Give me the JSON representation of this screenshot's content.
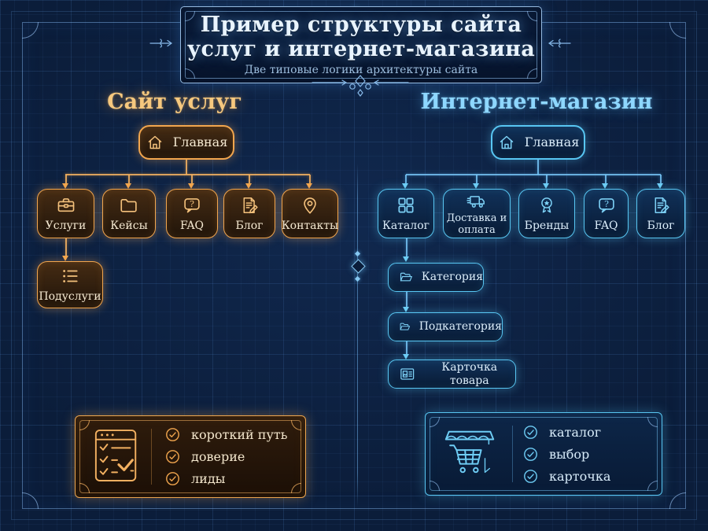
{
  "page": {
    "title_line1": "Пример структуры сайта",
    "title_line2": "услуг и интернет-магазина",
    "subtitle": "Две типовые логики архитектуры сайта"
  },
  "colors": {
    "background": "#0b1d3a",
    "orange_accent": "#f2a64e",
    "blue_accent": "#58c6f2",
    "title_text": "#e9f4ff",
    "services_heading_color": "#f6c87e",
    "shop_heading_color": "#8ed7ff"
  },
  "services": {
    "heading": "Сайт услуг",
    "root": {
      "label": "Главная",
      "icon": "home"
    },
    "children": [
      {
        "label": "Услуги",
        "icon": "briefcase"
      },
      {
        "label": "Кейсы",
        "icon": "folder"
      },
      {
        "label": "FAQ",
        "icon": "chat-question"
      },
      {
        "label": "Блог",
        "icon": "doc-edit"
      },
      {
        "label": "Контакты",
        "icon": "map-pin"
      }
    ],
    "subnode": {
      "label": "Подуслуги",
      "icon": "bullet-list"
    },
    "benefits_icon": "checklist",
    "benefits": [
      "короткий путь",
      "доверие",
      "лиды"
    ]
  },
  "shop": {
    "heading": "Интернет-магазин",
    "root": {
      "label": "Главная",
      "icon": "home"
    },
    "children": [
      {
        "label": "Каталог",
        "icon": "grid"
      },
      {
        "label": "Доставка и оплата",
        "icon": "truck"
      },
      {
        "label": "Бренды",
        "icon": "award"
      },
      {
        "label": "FAQ",
        "icon": "chat-question"
      },
      {
        "label": "Блог",
        "icon": "doc-edit"
      }
    ],
    "chain": [
      {
        "label": "Категория",
        "icon": "folder-open"
      },
      {
        "label": "Подкатегория",
        "icon": "folder-open"
      },
      {
        "label": "Карточка товара",
        "icon": "product-card"
      }
    ],
    "benefits_icon": "storefront",
    "benefits": [
      "каталог",
      "выбор",
      "карточка"
    ]
  }
}
